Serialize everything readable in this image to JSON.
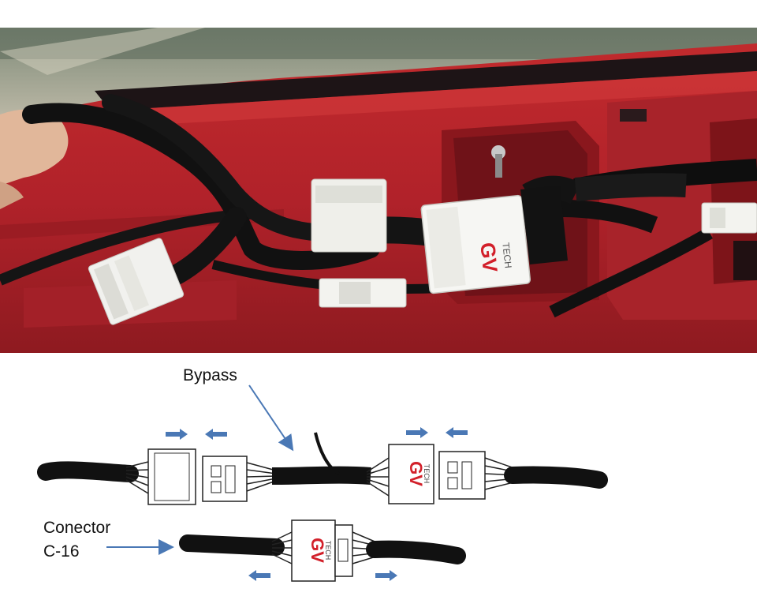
{
  "labels": {
    "bypass": "Bypass",
    "conector": "Conector",
    "conector_code": "C-16"
  },
  "brand": {
    "logo_main": "GV",
    "logo_sub": "TECH"
  },
  "colors": {
    "car_red": "#b8262a",
    "cable_black": "#111111",
    "connector_white": "#f3f3f1",
    "logo_red": "#d2202a",
    "arrow_blue": "#4a78b5"
  }
}
